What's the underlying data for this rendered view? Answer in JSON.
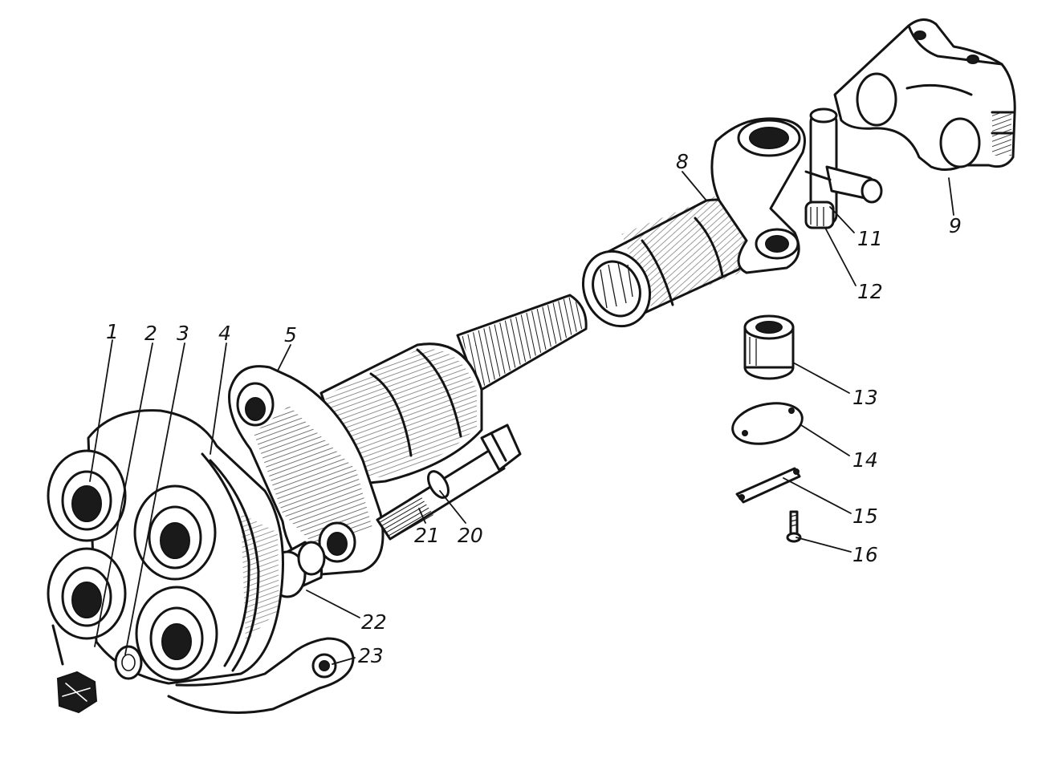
{
  "diagram": {
    "callouts": [
      {
        "id": "1",
        "label": "1"
      },
      {
        "id": "2",
        "label": "2"
      },
      {
        "id": "3",
        "label": "3"
      },
      {
        "id": "4",
        "label": "4"
      },
      {
        "id": "5",
        "label": "5"
      },
      {
        "id": "8",
        "label": "8"
      },
      {
        "id": "9",
        "label": "9"
      },
      {
        "id": "11",
        "label": "11"
      },
      {
        "id": "12",
        "label": "12"
      },
      {
        "id": "13",
        "label": "13"
      },
      {
        "id": "14",
        "label": "14"
      },
      {
        "id": "15",
        "label": "15"
      },
      {
        "id": "16",
        "label": "16"
      },
      {
        "id": "20",
        "label": "20"
      },
      {
        "id": "21",
        "label": "21"
      },
      {
        "id": "22",
        "label": "22"
      },
      {
        "id": "23",
        "label": "23"
      }
    ]
  }
}
